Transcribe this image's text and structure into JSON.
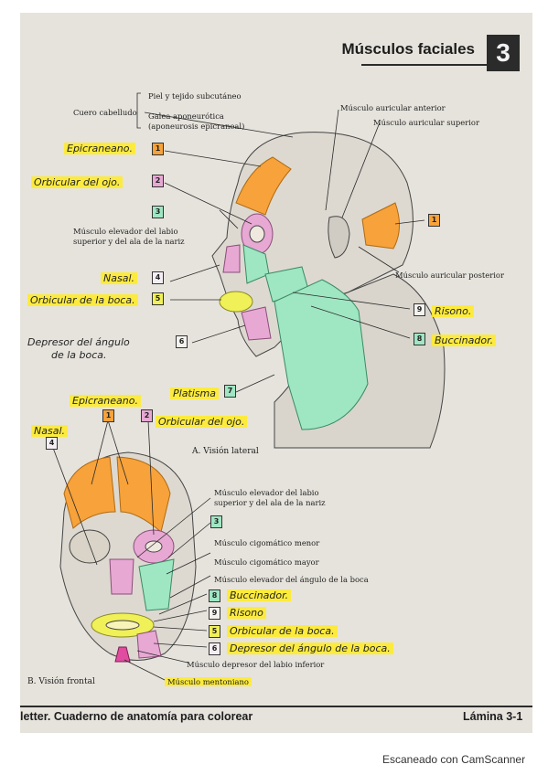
{
  "header": {
    "title": "Músculos faciales",
    "chapter": "3"
  },
  "colors": {
    "orange": "#f7a23a",
    "pink": "#e7a8d4",
    "green": "#9fe6c3",
    "yellow": "#f0f058",
    "magenta": "#e04c9f",
    "highlight": "#ffec28"
  },
  "view_a": {
    "caption": "A. Visión lateral",
    "printed": {
      "piel": "Piel y tejido subcutáneo",
      "cuero": "Cuero cabelludo",
      "galea1": "Galea aponeurótica",
      "galea2": "(aponeurosis epicraneal)",
      "aur_ant": "Músculo auricular anterior",
      "aur_sup": "Músculo auricular superior",
      "elev1": "Músculo elevador del labio",
      "elev2": "superior y del ala de la nariz",
      "aur_post": "Músculo auricular posterior"
    },
    "handwritten": {
      "epicraneano": "Epicraneano.",
      "orbicular_ojo": "Orbicular del ojo.",
      "nasal": "Nasal.",
      "orbicular_boca": "Orbicular de la boca.",
      "depresor1": "Depresor del ángulo",
      "depresor2": "de la boca.",
      "platisma": "Platisma",
      "risorio": "Risono.",
      "buccinador": "Buccinador."
    },
    "boxes": {
      "b1": "1",
      "b2": "2",
      "b3": "3",
      "b4": "4",
      "b5": "5",
      "b6": "6",
      "b7": "7",
      "b9": "9",
      "b8": "8",
      "b1r": "1"
    }
  },
  "view_b": {
    "caption": "B. Visión frontal",
    "printed": {
      "elev1": "Músculo elevador del labio",
      "elev2": "superior y del ala de la nariz",
      "cig_menor": "Músculo cigomático menor",
      "cig_mayor": "Músculo cigomático mayor",
      "elev_ang": "Músculo elevador del ángulo de la boca",
      "dep_labio": "Músculo depresor del labio inferior",
      "mentoniano": "Músculo mentoniano"
    },
    "handwritten": {
      "epicraneano": "Epicraneano.",
      "orbicular_ojo": "Orbicular del ojo.",
      "nasal": "Nasal.",
      "buccinador": "Buccinador.",
      "risorio": "Risono",
      "orbicular_boca": "Orbicular de la boca.",
      "depresor": "Depresor del ángulo de la boca."
    },
    "boxes": {
      "b1": "1",
      "b2": "2",
      "b4": "4",
      "b3": "3",
      "b8": "8",
      "b9": "9",
      "b5": "5",
      "b6": "6"
    }
  },
  "footer": {
    "book": "letter. Cuaderno de anatomía para colorear",
    "plate": "Lámina 3-1"
  },
  "scanner": "Escaneado con CamScanner"
}
